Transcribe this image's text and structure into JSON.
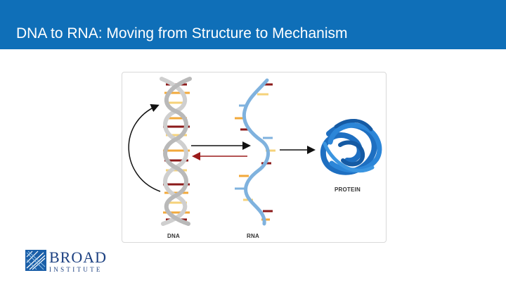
{
  "slide": {
    "title": "DNA to RNA: Moving from Structure to Mechanism"
  },
  "figure": {
    "dna_label": "DNA",
    "rna_label": "RNA",
    "protein_label": "PROTEIN"
  },
  "logo": {
    "name": "BROAD",
    "subtitle": "INSTITUTE",
    "icon": "broad-logo-mark"
  },
  "colors": {
    "header": "#0f6fb8",
    "dna_backbone": "#cfcfcf",
    "rna_backbone": "#7fb2de",
    "protein": "#1e6fc1",
    "arrow_forward": "#111111",
    "arrow_reverse": "#9b1b1b",
    "base_orange": "#f2a93b",
    "base_yellow": "#f5d27a",
    "base_red": "#8b1a1a"
  }
}
